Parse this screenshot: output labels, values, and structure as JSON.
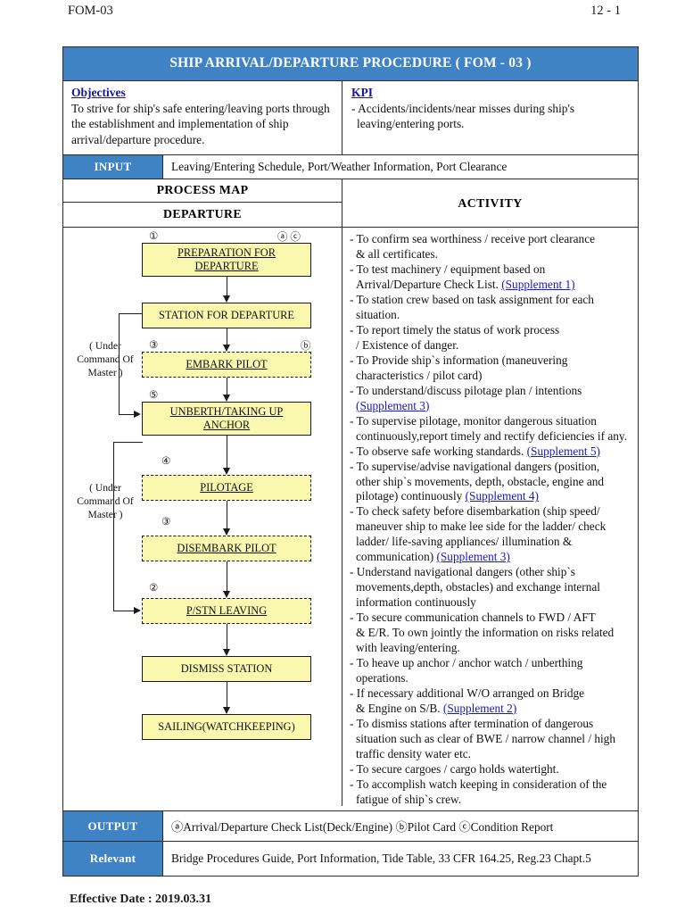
{
  "page": {
    "doc_code": "FOM-03",
    "page_number": "12 - 1",
    "effective_date_label": "Effective Date : 2019.03.31"
  },
  "title_bar": "SHIP ARRIVAL/DEPARTURE PROCEDURE ( FOM - 03 )",
  "objectives": {
    "heading": "Objectives",
    "body": "To strive for ship's safe entering/leaving ports through the establishment and implementation of ship arrival/departure procedure."
  },
  "kpi": {
    "heading": "KPI",
    "body": "- Accidents/incidents/near misses during ship's leaving/entering ports."
  },
  "input": {
    "label": "INPUT",
    "value": "Leaving/Entering Schedule, Port/Weather Information, Port Clearance"
  },
  "headers": {
    "process_map": "PROCESS MAP",
    "departure": "DEPARTURE",
    "activity": "ACTIVITY"
  },
  "flow": {
    "bracket_label_1": "( Under Command Of Master )",
    "bracket_label_2": "( Under Command Of Master )",
    "nodes": [
      {
        "id": "prep",
        "label_line1": "PREPARATION  FOR",
        "label_line2": "DEPARTURE",
        "underlined": true,
        "dashed": false,
        "markers_left": "①",
        "markers_right": "ⓐ  ⓒ"
      },
      {
        "id": "station",
        "label_line1": "STATION FOR  DEPARTURE",
        "label_line2": "",
        "underlined": false,
        "dashed": false,
        "markers_left": "",
        "markers_right": ""
      },
      {
        "id": "embark",
        "label_line1": "EMBARK PILOT",
        "label_line2": "",
        "underlined": true,
        "dashed": true,
        "markers_left": "③",
        "markers_right": "ⓑ"
      },
      {
        "id": "unberth",
        "label_line1": "UNBERTH/TAKING UP",
        "label_line2": "ANCHOR",
        "underlined": true,
        "dashed": false,
        "markers_left": "⑤",
        "markers_right": ""
      },
      {
        "id": "pilotage",
        "label_line1": "PILOTAGE",
        "label_line2": "",
        "underlined": true,
        "dashed": true,
        "markers_left": "④",
        "markers_right": ""
      },
      {
        "id": "disembark",
        "label_line1": "DISEMBARK PILOT",
        "label_line2": "",
        "underlined": true,
        "dashed": true,
        "markers_left": "③",
        "markers_right": ""
      },
      {
        "id": "pstn",
        "label_line1": "P/STN LEAVING",
        "label_line2": "",
        "underlined": true,
        "dashed": true,
        "markers_left": "②",
        "markers_right": ""
      },
      {
        "id": "dismiss",
        "label_line1": "DISMISS STATION",
        "label_line2": "",
        "underlined": false,
        "dashed": false,
        "markers_left": "",
        "markers_right": ""
      },
      {
        "id": "sailing",
        "label_line1": "SAILING(WATCHKEEPING)",
        "label_line2": "",
        "underlined": false,
        "dashed": false,
        "markers_left": "",
        "markers_right": ""
      }
    ]
  },
  "activity": {
    "items": [
      {
        "text": "- To confirm sea worthiness / receive port clearance",
        "cont": "  & all certificates.",
        "link": ""
      },
      {
        "text": "- To test machinery / equipment based on",
        "cont": "  Arrival/Departure Check List. ",
        "link": "(Supplement 1)"
      },
      {
        "text": "- To station crew based on task assignment for each",
        "cont": "  situation.",
        "link": ""
      },
      {
        "text": "- To report timely the status of work process",
        "cont": "  / Existence of danger.",
        "link": ""
      },
      {
        "text": "- To Provide ship`s information (maneuvering",
        "cont": "  characteristics / pilot card)",
        "link": ""
      },
      {
        "text": "- To understand/discuss pilotage plan / intentions",
        "cont": "   ",
        "link": "(Supplement 3)"
      },
      {
        "text": "- To supervise pilotage, monitor dangerous situation",
        "cont": "  continuously,report timely and rectify deficiencies  if any.",
        "link": ""
      },
      {
        "text": "- To observe safe working standards. ",
        "cont": "",
        "link": "(Supplement 5)"
      },
      {
        "text": "- To supervise/advise navigational dangers (position,",
        "cont": "  other ship`s movements, depth, obstacle, engine and  pilotage) continuously ",
        "link": "(Supplement 4)"
      },
      {
        "text": "- To check safety before disembarkation (ship speed/",
        "cont": "  maneuver ship to make lee side for the ladder/  check ladder/ life-saving appliances/ illumination  &  communication) ",
        "link": "(Supplement 3)"
      },
      {
        "text": "- Understand navigational dangers (other ship`s",
        "cont": "  movements,depth, obstacles) and exchange  internal information continuously",
        "link": ""
      },
      {
        "text": "- To secure communication channels to FWD / AFT",
        "cont": "  & E/R. To own jointly the information on risks  related with leaving/entering.",
        "link": ""
      },
      {
        "text": "- To heave up anchor / anchor watch / unberthing",
        "cont": "  operations.",
        "link": ""
      },
      {
        "text": "- If necessary additional W/O arranged on Bridge",
        "cont": "  & Engine on S/B. ",
        "link": "(Supplement 2)"
      },
      {
        "text": "- To dismiss stations after termination of dangerous",
        "cont": "  situation such as clear of BWE / narrow channel /  high traffic density water etc.",
        "link": ""
      },
      {
        "text": "- To secure cargoes / cargo holds watertight.",
        "cont": "",
        "link": ""
      },
      {
        "text": "- To accomplish watch keeping in consideration of the",
        "cont": "  fatigue of ship`s crew.",
        "link": ""
      }
    ]
  },
  "output": {
    "label": "OUTPUT",
    "value": "ⓐArrival/Departure Check List(Deck/Engine) ⓑPilot Card ⓒCondition Report"
  },
  "relevant": {
    "label": "Relevant",
    "value": "Bridge Procedures Guide, Port Information, Tide Table, 33 CFR 164.25, Reg.23 Chapt.5"
  },
  "colors": {
    "accent_blue": "#4083c4",
    "node_yellow": "#faf8ae",
    "link_blue": "#1717c4",
    "heading_blue": "#1414a0"
  }
}
